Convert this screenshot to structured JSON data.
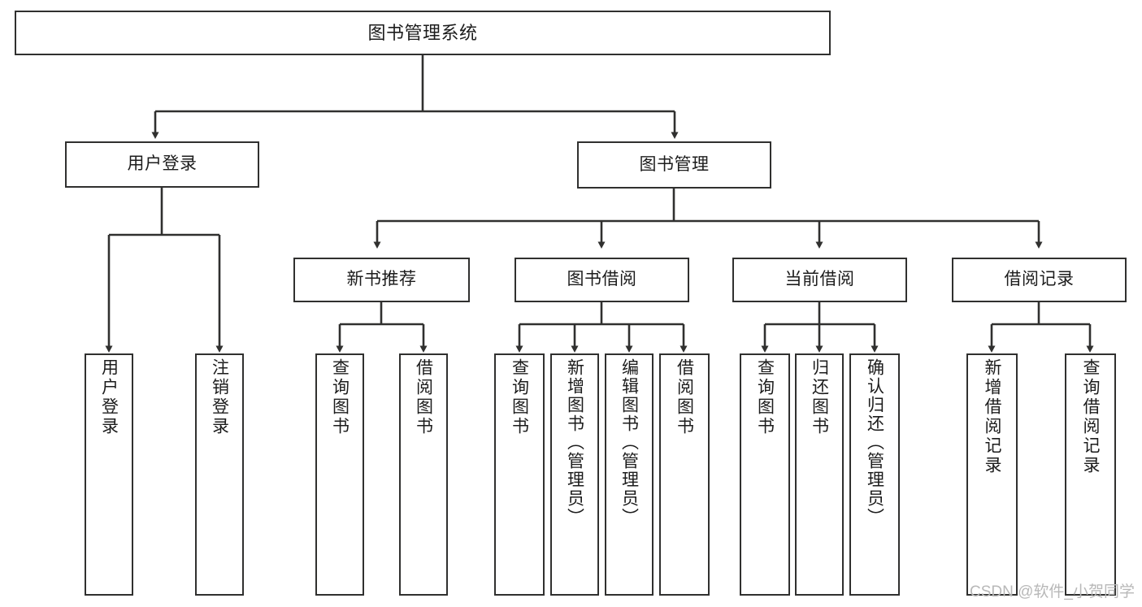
{
  "diagram": {
    "title": "图书管理系统",
    "type": "tree-hierarchy-chart",
    "orientation": "top-down",
    "colors": {
      "background": "#ffffff",
      "node_border": "#30302f",
      "node_fill": "#ffffff",
      "edge": "#30302f",
      "text": "#1c1c1c",
      "watermark": "#b8b8b8"
    }
  },
  "root": {
    "label": "图书管理系统"
  },
  "level2": [
    {
      "label": "用户登录"
    },
    {
      "label": "图书管理"
    }
  ],
  "level3": [
    {
      "label": "新书推荐"
    },
    {
      "label": "图书借阅"
    },
    {
      "label": "当前借阅"
    },
    {
      "label": "借阅记录"
    }
  ],
  "leaves": {
    "user_login": [
      {
        "label": "用户登录"
      },
      {
        "label": "注销登录"
      }
    ],
    "new_book_recommend": [
      {
        "label": "查询图书"
      },
      {
        "label": "借阅图书"
      }
    ],
    "book_borrow": [
      {
        "label": "查询图书"
      },
      {
        "label": "新增图书（管理员）"
      },
      {
        "label": "编辑图书（管理员）"
      },
      {
        "label": "借阅图书"
      }
    ],
    "current_borrow": [
      {
        "label": "查询图书"
      },
      {
        "label": "归还图书"
      },
      {
        "label": "确认归还（管理员）"
      }
    ],
    "borrow_record": [
      {
        "label": "新增借阅记录"
      },
      {
        "label": "查询借阅记录"
      }
    ]
  },
  "watermark": {
    "text": "CSDN @软件_小贺同学"
  }
}
